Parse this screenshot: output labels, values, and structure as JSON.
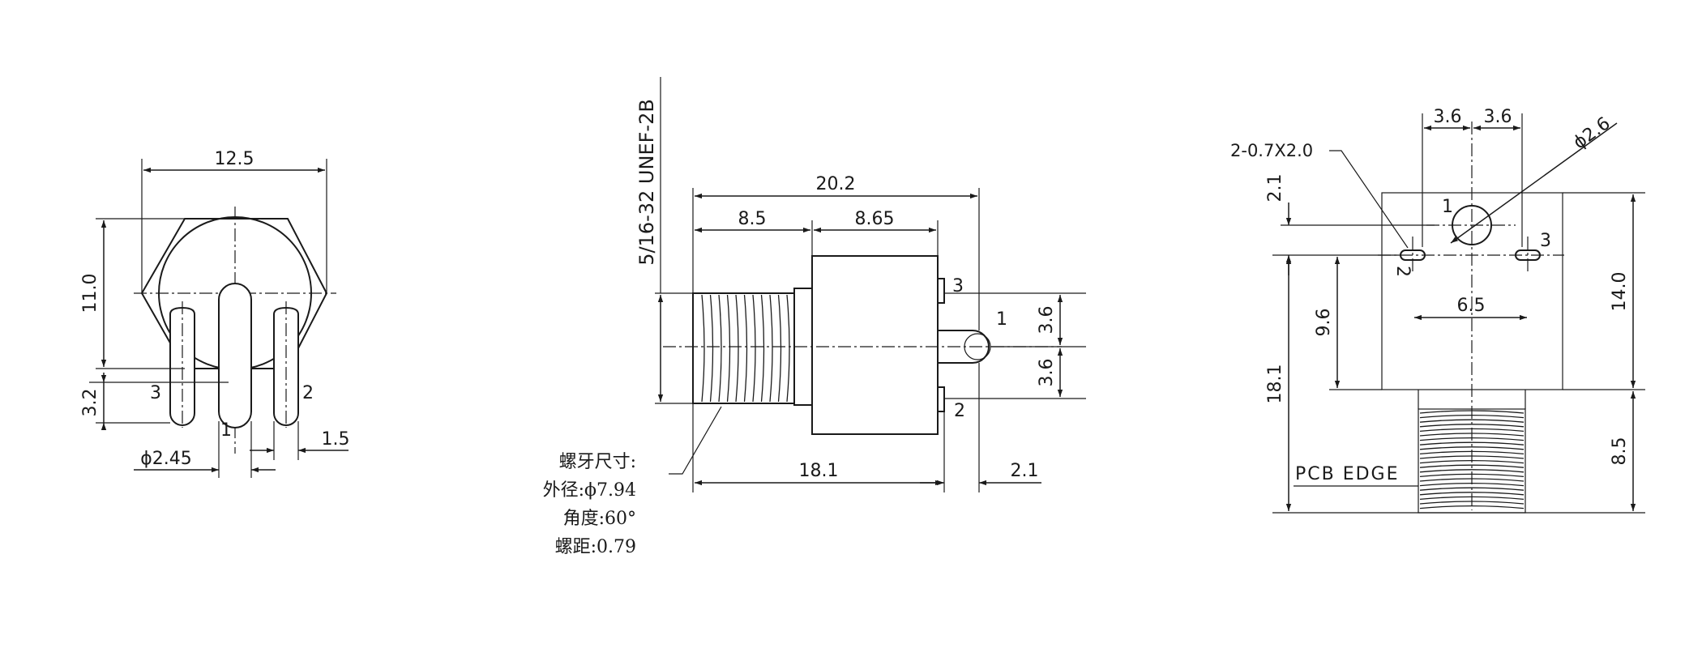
{
  "colors": {
    "ink": "#1a1a1a",
    "background": "#ffffff"
  },
  "front_view": {
    "dim_width": "12.5",
    "dim_height": "11.0",
    "dim_pin_offset": "3.2",
    "dim_pin_dia": "ϕ2.45",
    "dim_pin_width": "1.5",
    "pin_1": "1",
    "pin_2": "2",
    "pin_3": "3"
  },
  "side_view": {
    "thread_spec": "5/16-32 UNEF-2B",
    "dim_overall": "20.2",
    "dim_thread_len": "8.5",
    "dim_body_len": "8.65",
    "dim_pitch_upper": "3.6",
    "dim_pitch_lower": "3.6",
    "dim_body_base": "18.1",
    "dim_pin_protrusion": "2.1",
    "pin_1": "1",
    "pin_2": "2",
    "pin_3": "3",
    "note_title": "螺牙尺寸:",
    "note_od": "外径:ϕ7.94",
    "note_angle": "角度:60°",
    "note_pitch": "螺距:0.79"
  },
  "pcb_layout": {
    "dim_left_spacing": "3.6",
    "dim_right_spacing": "3.6",
    "slot_spec": "2-0.7X2.0",
    "hole_dia": "ϕ2.6",
    "dim_top_offset": "2.1",
    "dim_body_height": "14.0",
    "dim_slot_to_bottom": "9.6",
    "dim_slot_spacing": "6.5",
    "dim_total_height": "18.1",
    "dim_thread_length": "8.5",
    "pcb_edge": "PCB EDGE",
    "pin_1": "1",
    "pin_2": "2",
    "pin_3": "3"
  }
}
